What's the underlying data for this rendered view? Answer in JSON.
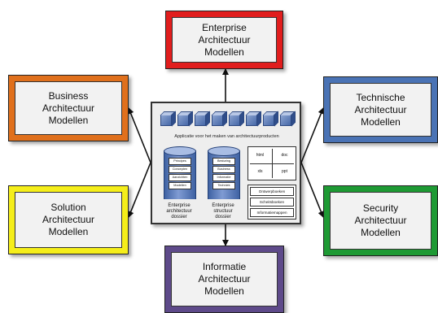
{
  "boxes": {
    "enterprise": {
      "lines": [
        "Enterprise",
        "Architectuur",
        "Modellen"
      ],
      "color": "#e11d1d"
    },
    "business": {
      "lines": [
        "Business",
        "Architectuur",
        "Modellen"
      ],
      "color": "#e0701c"
    },
    "solution": {
      "lines": [
        "Solution",
        "Architectuur",
        "Modellen"
      ],
      "color": "#f5ee1a"
    },
    "technische": {
      "lines": [
        "Technische",
        "Architectuur",
        "Modellen"
      ],
      "color": "#4a73b5"
    },
    "security": {
      "lines": [
        "Security",
        "Architectuur",
        "Modellen"
      ],
      "color": "#1e9a34"
    },
    "informatie": {
      "lines": [
        "Informatie",
        "Architectuur",
        "Modellen"
      ],
      "color": "#5e4a8a"
    }
  },
  "center": {
    "caption": "Applicatie voor het maken van architectuurproducten",
    "left_repo": {
      "items": [
        "Principes",
        "Concepten",
        "Aanzichten",
        "Modellen"
      ],
      "caption_lines": [
        "Enterprise",
        "architectuur",
        "dossier"
      ]
    },
    "right_repo": {
      "items": [
        "Besturing",
        "Business",
        "Informatie",
        "Techniek"
      ],
      "caption_lines": [
        "Enterprise",
        "structuur",
        "dossier"
      ]
    },
    "formats": [
      "html",
      "doc",
      "xls",
      "ppt"
    ],
    "documents": [
      "Ontwerpboeken",
      "Scheitsboeken",
      "Informatiemappen"
    ]
  }
}
